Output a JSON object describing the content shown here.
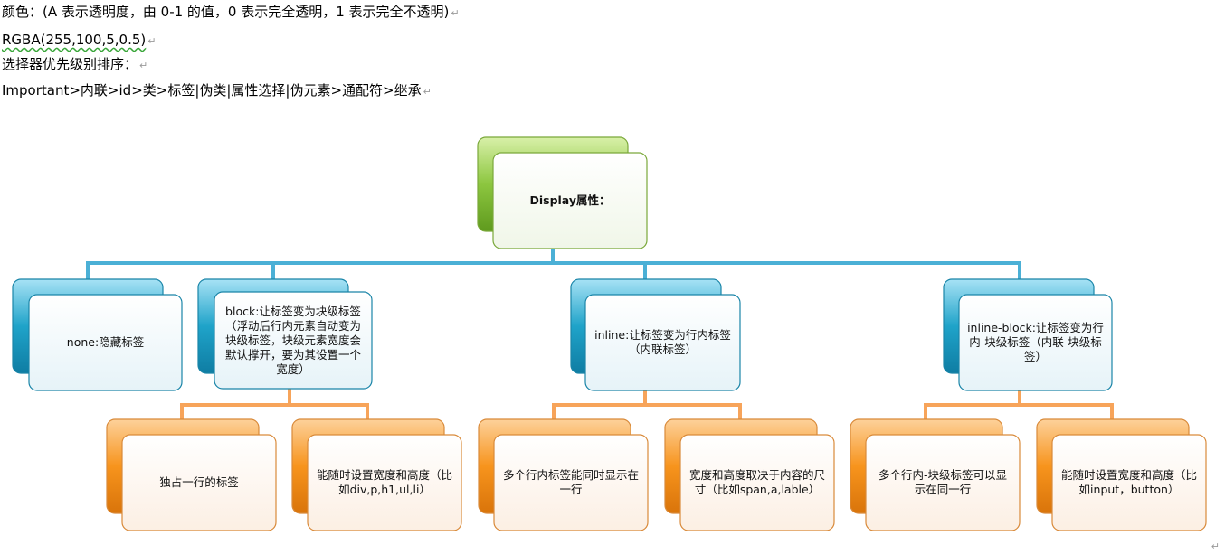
{
  "text_lines": [
    "颜色：(A 表示透明度，由 0-1 的值，0 表示完全透明，1 表示完全不透明)",
    "RGBA(255,100,5,0.5)",
    "选择器优先级别排序：",
    "Important>内联>id>类>标签|伪类|属性选择|伪元素>通配符>继承"
  ],
  "paragraph_mark": "↵",
  "diagram": {
    "root": "Display属性：",
    "level1": [
      "none:隐藏标签",
      "block:让标签变为块级标签（浮动后行内元素自动变为块级标签，块级元素宽度会默认撑开，要为其设置一个宽度）",
      "inline:让标签变为行内标签（内联标签）",
      "inline-block:让标签变为行内-块级标签（内联-块级标签）"
    ],
    "level2": [
      "独占一行的标签",
      "能随时设置宽度和高度（比如div,p,h1,ul,li）",
      "多个行内标签能同时显示在一行",
      "宽度和高度取决于内容的尺寸（比如span,a,lable）",
      "多个行内-块级标签可以显示在同一行",
      "能随时设置宽度和高度（比如input，button）"
    ],
    "colors": {
      "root": "#8cc63f",
      "level1": "#1fa3c9",
      "level2": "#f7941d",
      "connector_blue": "#4bb0d6",
      "connector_orange": "#f7a45a"
    }
  }
}
